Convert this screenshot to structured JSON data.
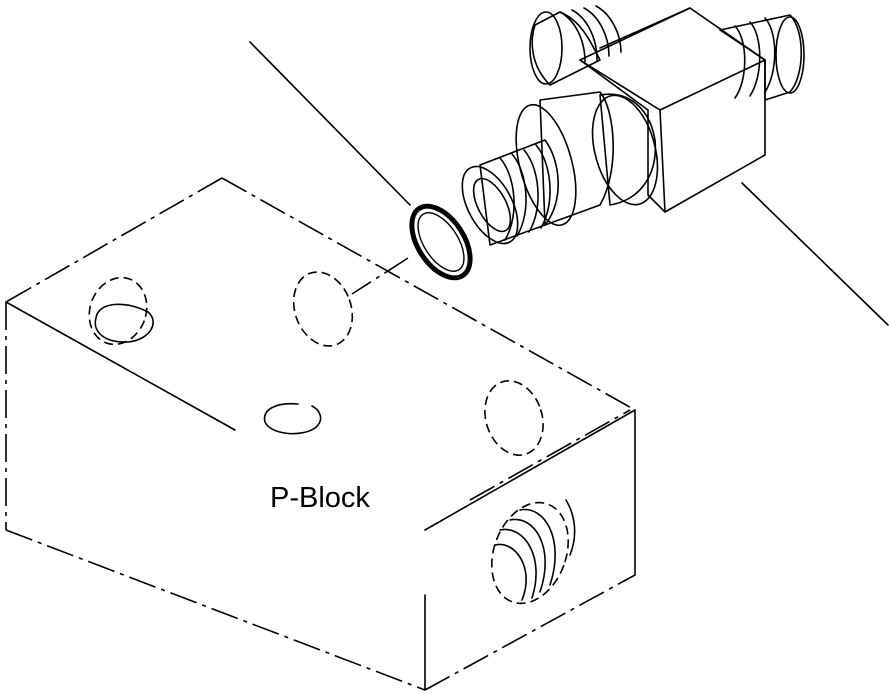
{
  "diagram": {
    "block_label": "P-Block",
    "colors": {
      "line": "#000000",
      "background": "#ffffff"
    },
    "parts": [
      "p-block",
      "o-ring",
      "tee-fitting",
      "leader-line-o-ring",
      "leader-line-fitting"
    ]
  }
}
